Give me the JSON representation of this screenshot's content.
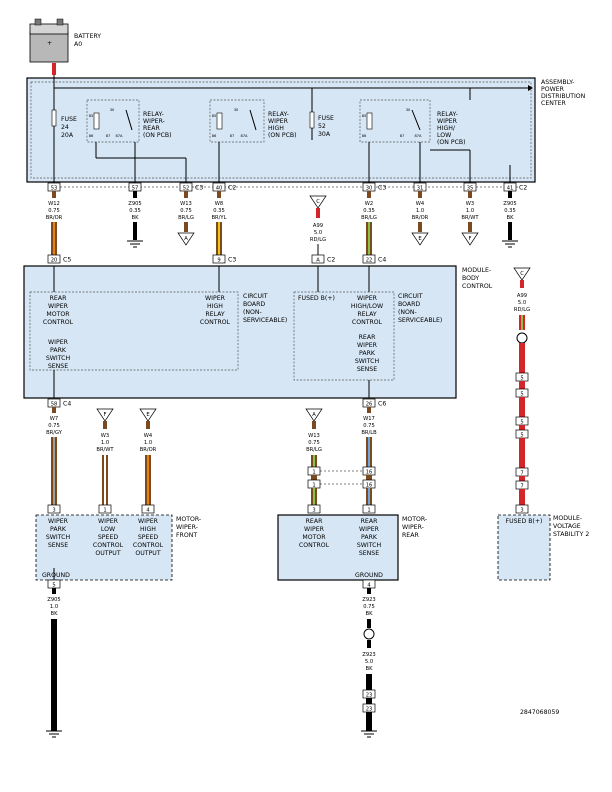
{
  "battery": {
    "name": "BATTERY",
    "id": "A0"
  },
  "pdc": {
    "title": [
      "ASSEMBLY-",
      "POWER",
      "DISTRIBUTION",
      "CENTER"
    ]
  },
  "fuse24": [
    "FUSE",
    "24",
    "20A"
  ],
  "fuse52": [
    "FUSE",
    "52",
    "30A"
  ],
  "relay_rear": [
    "RELAY-",
    "WIPER-",
    "REAR",
    "(ON PCB)"
  ],
  "relay_high": [
    "RELAY-",
    "WIPER",
    "HIGH",
    "(ON PCB)"
  ],
  "relay_highlow": [
    "RELAY-",
    "WIPER",
    "HIGH/",
    "LOW",
    "(ON PCB)"
  ],
  "relay_pins": [
    "85",
    "86",
    "30",
    "87",
    "87A"
  ],
  "pdc_pins": [
    {
      "pin": "53",
      "conn": ""
    },
    {
      "pin": "57",
      "conn": ""
    },
    {
      "pin": "52",
      "conn": "C3"
    },
    {
      "pin": "40",
      "conn": "C2"
    },
    {
      "pin": "30",
      "conn": "C3"
    },
    {
      "pin": "31",
      "conn": ""
    },
    {
      "pin": "35",
      "conn": ""
    },
    {
      "pin": "41",
      "conn": "C2"
    }
  ],
  "wires_top": [
    [
      "W12",
      "0.75",
      "BR/OR"
    ],
    [
      "Z905",
      "0.35",
      "BK"
    ],
    [
      "W13",
      "0.75",
      "BR/LG"
    ],
    [
      "W8",
      "0.35",
      "BR/YL"
    ],
    [
      "A99",
      "5.0",
      "RD/LG"
    ],
    [
      "W2",
      "0.35",
      "BR/LG"
    ],
    [
      "W4",
      "1.0",
      "BR/OR"
    ],
    [
      "W3",
      "1.0",
      "BR/WT"
    ],
    [
      "Z905",
      "0.35",
      "BK"
    ]
  ],
  "offpage": {
    "A": "A",
    "C": "C",
    "E": "E",
    "F": "F"
  },
  "bcm_pins": [
    {
      "pin": "20",
      "conn": "C5"
    },
    {
      "pin": "9",
      "conn": "C3"
    },
    {
      "pin": "A",
      "conn": "C2"
    },
    {
      "pin": "22",
      "conn": "C4"
    }
  ],
  "bcm": {
    "title": [
      "MODULE-",
      "BODY",
      "CONTROL"
    ]
  },
  "bcm_left": {
    "rear_motor": [
      "REAR",
      "WIPER",
      "MOTOR",
      "CONTROL"
    ],
    "park_sense": [
      "WIPER",
      "PARK",
      "SWITCH",
      "SENSE"
    ],
    "high_relay": [
      "WIPER",
      "HIGH",
      "RELAY",
      "CONTROL"
    ],
    "board": [
      "CIRCUIT",
      "BOARD",
      "(NON-",
      "SERVICEABLE)"
    ]
  },
  "bcm_right": {
    "fused": "FUSED B(+)",
    "hl_relay": [
      "WIPER",
      "HIGH/LOW",
      "RELAY",
      "CONTROL"
    ],
    "rear_park": [
      "REAR",
      "WIPER",
      "PARK",
      "SWITCH",
      "SENSE"
    ],
    "board": [
      "CIRCUIT",
      "BOARD",
      "(NON-",
      "SERVICEABLE)"
    ]
  },
  "bcm_bottom_pins": [
    {
      "pin": "58",
      "conn": "C4"
    },
    {
      "pin": "26",
      "conn": "C6"
    }
  ],
  "wires_mid": [
    [
      "W7",
      "0.75",
      "BR/GY"
    ],
    [
      "W3",
      "1.0",
      "BR/WT"
    ],
    [
      "W4",
      "1.0",
      "BR/OR"
    ],
    [
      "W13",
      "0.75",
      "BR/LG"
    ],
    [
      "W17",
      "0.75",
      "BR/LB"
    ],
    [
      "A99",
      "5.0",
      "RD/LG"
    ]
  ],
  "inline_pins": [
    "1",
    "1",
    "16",
    "16",
    "5",
    "5",
    "5",
    "5",
    "7",
    "7"
  ],
  "motor_front": {
    "title": [
      "MOTOR-",
      "WIPER-",
      "FRONT"
    ],
    "pins": [
      "3",
      "1",
      "4"
    ],
    "c1": [
      "WIPER",
      "PARK",
      "SWITCH",
      "SENSE"
    ],
    "c2": [
      "WIPER",
      "LOW",
      "SPEED",
      "CONTROL",
      "OUTPUT"
    ],
    "c3": [
      "WIPER",
      "HIGH",
      "SPEED",
      "CONTROL",
      "OUTPUT"
    ],
    "ground": "GROUND",
    "gpin": "5"
  },
  "motor_rear": {
    "title": [
      "MOTOR-",
      "WIPER-",
      "REAR"
    ],
    "pins": [
      "3",
      "1"
    ],
    "c1": [
      "REAR",
      "WIPER",
      "MOTOR",
      "CONTROL"
    ],
    "c2": [
      "REAR",
      "WIPER",
      "PARK",
      "SWITCH",
      "SENSE"
    ],
    "ground": "GROUND",
    "gpin": "4"
  },
  "mvs": {
    "title": [
      "MODULE-",
      "VOLTAGE",
      "STABILITY 2"
    ],
    "fused": "FUSED B(+)",
    "pin": "3"
  },
  "ground_wires": [
    [
      "Z905",
      "1.0",
      "BK"
    ],
    [
      "Z923",
      "0.75",
      "BK"
    ],
    [
      "Z923",
      "5.0",
      "BK"
    ],
    [
      "23",
      "23"
    ]
  ],
  "doc_id": "2847068059",
  "colors": {
    "module_fill": "#d6e6f5",
    "brown": "#7b4a1e",
    "orange": "#e8820c",
    "yellow": "#f0c419",
    "black": "#000000",
    "red": "#d4262a",
    "white": "#ffffff"
  }
}
